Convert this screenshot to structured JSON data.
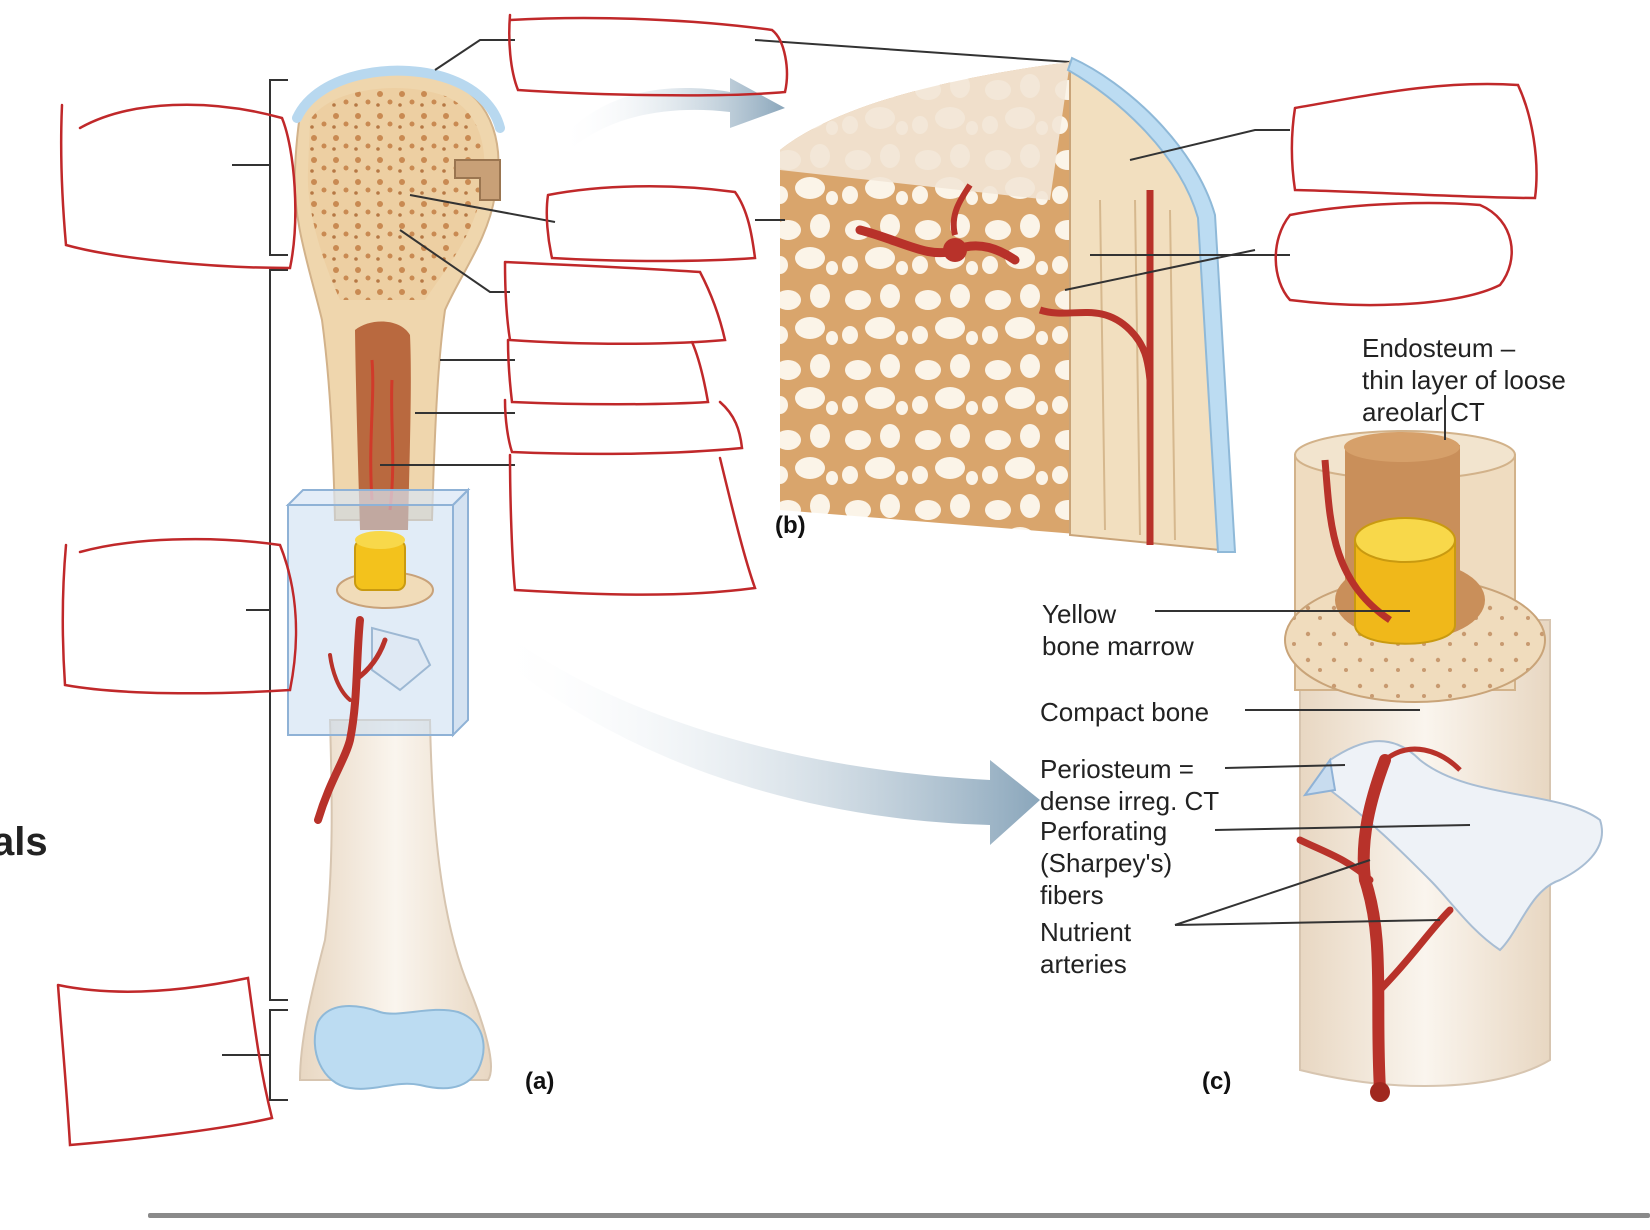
{
  "panels": {
    "a": "(a)",
    "b": "(b)",
    "c": "(c)"
  },
  "cut_off_text": "als",
  "labels": {
    "endosteum": [
      "Endosteum –",
      "thin layer of loose",
      "areolar CT"
    ],
    "yellow_marrow": [
      "Yellow",
      "bone marrow"
    ],
    "compact_bone": [
      "Compact bone"
    ],
    "periosteum": [
      "Periosteum =",
      "dense irreg. CT"
    ],
    "perforating": [
      "Perforating",
      "(Sharpey's)",
      "fibers"
    ],
    "nutrient": [
      "Nutrient",
      "arteries"
    ]
  },
  "colors": {
    "annotation_red": "#c0282a",
    "bone": "#efd6ad",
    "spongy": "#e6b47e",
    "cartilage": "#bcdcf2",
    "marrow_yellow": "#f3c21c",
    "artery": "#b8322a",
    "leader": "#333333"
  }
}
